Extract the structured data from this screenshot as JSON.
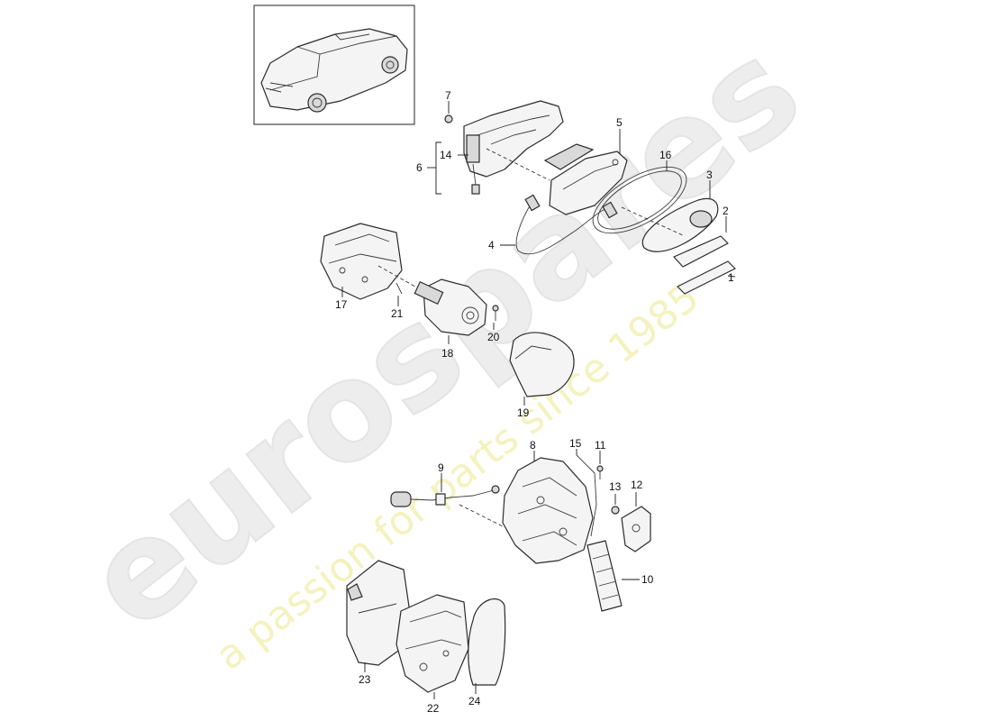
{
  "watermark": {
    "brand": "eurospares",
    "tagline": "a passion for parts since 1985"
  },
  "callouts": [
    {
      "id": "c1",
      "text": "1"
    },
    {
      "id": "c2",
      "text": "2"
    },
    {
      "id": "c3",
      "text": "3"
    },
    {
      "id": "c4",
      "text": "4"
    },
    {
      "id": "c5",
      "text": "5"
    },
    {
      "id": "c6",
      "text": "6"
    },
    {
      "id": "c7",
      "text": "7"
    },
    {
      "id": "c8",
      "text": "8"
    },
    {
      "id": "c9",
      "text": "9"
    },
    {
      "id": "c10",
      "text": "10"
    },
    {
      "id": "c11",
      "text": "11"
    },
    {
      "id": "c12",
      "text": "12"
    },
    {
      "id": "c13",
      "text": "13"
    },
    {
      "id": "c14",
      "text": "14"
    },
    {
      "id": "c15",
      "text": "15"
    },
    {
      "id": "c16",
      "text": "16"
    },
    {
      "id": "c17",
      "text": "17"
    },
    {
      "id": "c18",
      "text": "18"
    },
    {
      "id": "c19",
      "text": "19"
    },
    {
      "id": "c20",
      "text": "20"
    },
    {
      "id": "c21",
      "text": "21"
    },
    {
      "id": "c22",
      "text": "22"
    },
    {
      "id": "c23",
      "text": "23"
    },
    {
      "id": "c24",
      "text": "24"
    }
  ]
}
